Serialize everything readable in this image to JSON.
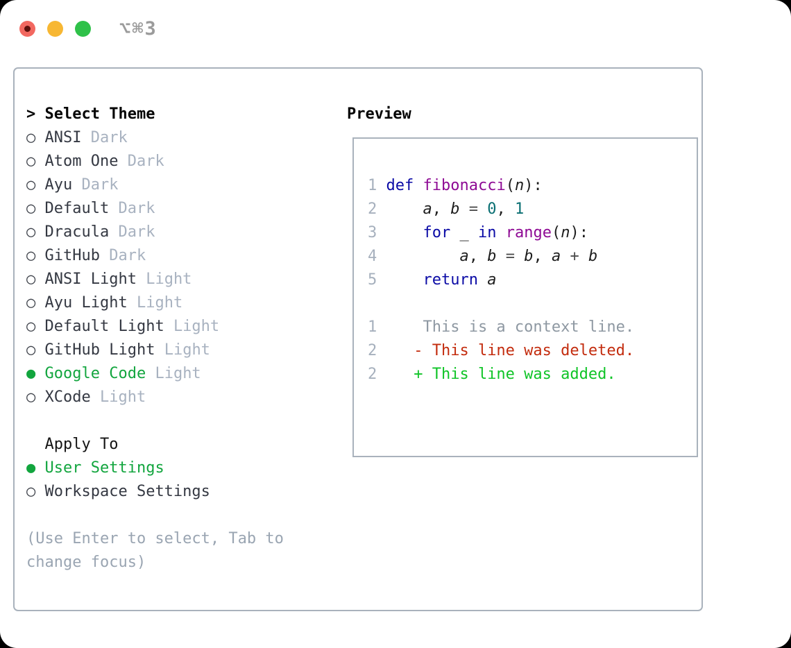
{
  "window": {
    "shortcut": "⌥⌘3",
    "accent_green": "#12a53e",
    "border_color": "#a9b2bc"
  },
  "theme_list": {
    "header": "Select Theme",
    "pointer": ">",
    "radio_empty": "○",
    "radio_filled": "●",
    "items": [
      {
        "label": "ANSI",
        "variant": "Dark",
        "selected": false
      },
      {
        "label": "Atom One",
        "variant": "Dark",
        "selected": false
      },
      {
        "label": "Ayu",
        "variant": "Dark",
        "selected": false
      },
      {
        "label": "Default",
        "variant": "Dark",
        "selected": false
      },
      {
        "label": "Dracula",
        "variant": "Dark",
        "selected": false
      },
      {
        "label": "GitHub",
        "variant": "Dark",
        "selected": false
      },
      {
        "label": "ANSI Light",
        "variant": "Light",
        "selected": false
      },
      {
        "label": "Ayu Light",
        "variant": "Light",
        "selected": false
      },
      {
        "label": "Default Light",
        "variant": "Light",
        "selected": false
      },
      {
        "label": "GitHub Light",
        "variant": "Light",
        "selected": false
      },
      {
        "label": "Google Code",
        "variant": "Light",
        "selected": true
      },
      {
        "label": "XCode",
        "variant": "Light",
        "selected": false
      }
    ]
  },
  "apply_to": {
    "header": "Apply To",
    "options": [
      {
        "label": "User Settings",
        "selected": true
      },
      {
        "label": "Workspace Settings",
        "selected": false
      }
    ]
  },
  "hint": "(Use Enter to select, Tab to change focus)",
  "preview": {
    "title": "Preview",
    "syntax_colors": {
      "keyword": "#0b0ba6",
      "function": "#8e0a94",
      "number": "#086e72",
      "plain": "#1d1d1d",
      "line_number": "#a6b0bd",
      "context": "#8e98a2",
      "deleted": "#c32c0e",
      "added": "#0fc427"
    },
    "code_lines": [
      {
        "tokens": [
          [
            "ln",
            "1"
          ],
          [
            "pl",
            " "
          ],
          [
            "kw",
            "def"
          ],
          [
            "pl",
            " "
          ],
          [
            "fn",
            "fibonacci"
          ],
          [
            "pl",
            "("
          ],
          [
            "id",
            "n"
          ],
          [
            "pl",
            "):"
          ]
        ]
      },
      {
        "tokens": [
          [
            "ln",
            "2"
          ],
          [
            "pl",
            "     "
          ],
          [
            "id",
            "a"
          ],
          [
            "pl",
            ", "
          ],
          [
            "id",
            "b"
          ],
          [
            "op",
            " = "
          ],
          [
            "nu",
            "0"
          ],
          [
            "pl",
            ", "
          ],
          [
            "nu",
            "1"
          ]
        ]
      },
      {
        "tokens": [
          [
            "ln",
            "3"
          ],
          [
            "pl",
            "     "
          ],
          [
            "kw",
            "for"
          ],
          [
            "pl",
            " "
          ],
          [
            "id",
            "_"
          ],
          [
            "pl",
            " "
          ],
          [
            "kw",
            "in"
          ],
          [
            "pl",
            " "
          ],
          [
            "fn",
            "range"
          ],
          [
            "pl",
            "("
          ],
          [
            "id",
            "n"
          ],
          [
            "pl",
            "):"
          ]
        ]
      },
      {
        "tokens": [
          [
            "ln",
            "4"
          ],
          [
            "pl",
            "         "
          ],
          [
            "id",
            "a"
          ],
          [
            "pl",
            ", "
          ],
          [
            "id",
            "b"
          ],
          [
            "op",
            " = "
          ],
          [
            "id",
            "b"
          ],
          [
            "pl",
            ", "
          ],
          [
            "id",
            "a"
          ],
          [
            "op",
            " + "
          ],
          [
            "id",
            "b"
          ]
        ]
      },
      {
        "tokens": [
          [
            "ln",
            "5"
          ],
          [
            "pl",
            "     "
          ],
          [
            "kw",
            "return"
          ],
          [
            "pl",
            " "
          ],
          [
            "id",
            "a"
          ]
        ]
      },
      {
        "tokens": []
      },
      {
        "tokens": [
          [
            "ln",
            "1"
          ],
          [
            "ctx",
            "     This is a context line."
          ]
        ]
      },
      {
        "tokens": [
          [
            "ln",
            "2"
          ],
          [
            "del",
            "    - This line was deleted."
          ]
        ]
      },
      {
        "tokens": [
          [
            "ln",
            "2"
          ],
          [
            "add",
            "    + This line was added."
          ]
        ]
      }
    ]
  }
}
